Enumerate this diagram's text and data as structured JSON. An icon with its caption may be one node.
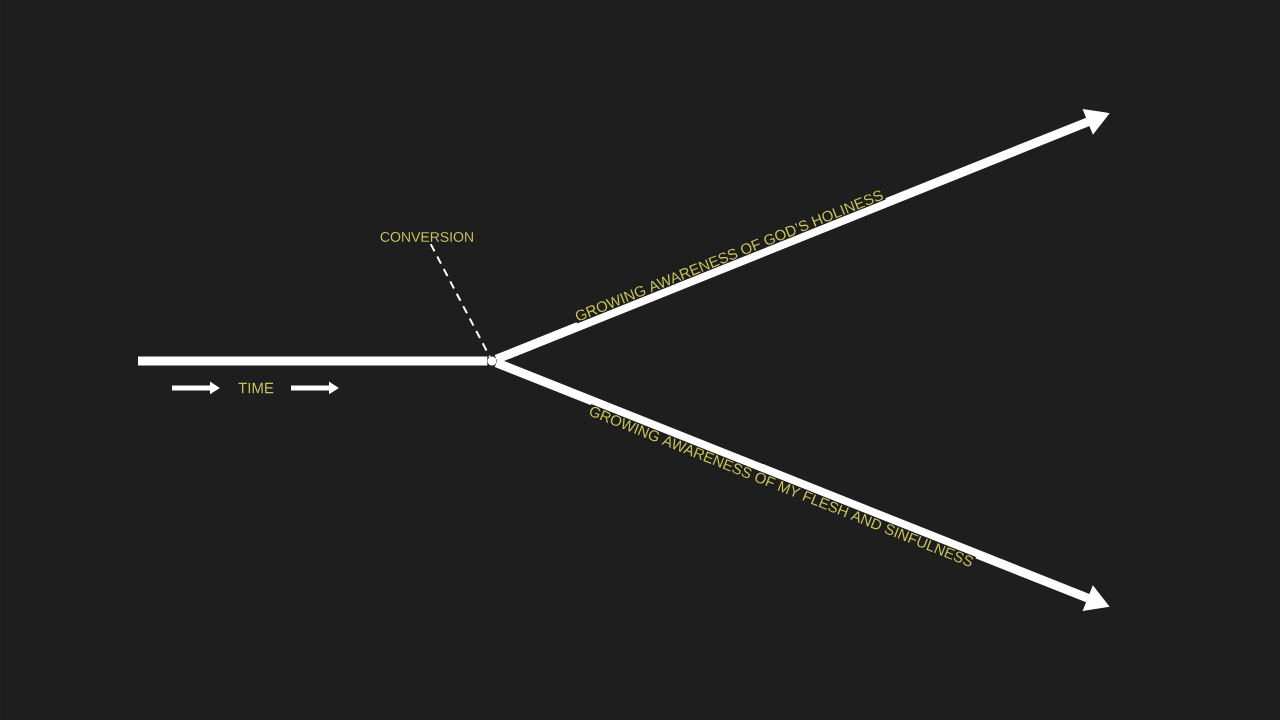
{
  "diagram": {
    "nodes": [
      {
        "text": [
          "CONVERSION"
        ]
      },
      {
        "text": [],
        "shape": "circle"
      }
    ],
    "edges": [
      {
        "from": null,
        "to": 1,
        "arrow": "none"
      },
      {
        "from": 1,
        "to": null,
        "arrow": "to",
        "label": "GROWING AWARENESS OF GOD’S HOLINESS"
      },
      {
        "from": 1,
        "to": null,
        "arrow": "to",
        "label": "GROWING AWARENESS OF MY FLESH AND SINFULNESS"
      },
      {
        "from": 0,
        "to": 1,
        "arrow": "none",
        "style": "dashed"
      }
    ],
    "labels": [
      "TIME"
    ]
  }
}
